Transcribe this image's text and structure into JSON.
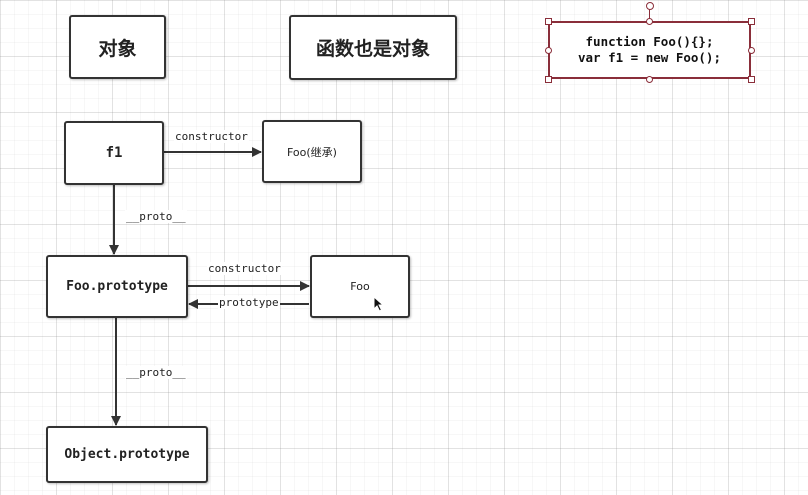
{
  "titles": {
    "object": "对象",
    "function_is_object": "函数也是对象"
  },
  "code": {
    "line1": "function Foo(){};",
    "line2": "var f1 = new Foo();"
  },
  "nodes": {
    "f1": "f1",
    "foo_inherited": "Foo(继承)",
    "foo_prototype": "Foo.prototype",
    "foo": "Foo",
    "object_prototype": "Object.prototype"
  },
  "edges": {
    "f1_constructor": "constructor",
    "f1_proto": "__proto__",
    "prototype_constructor": "constructor",
    "foo_prototype": "prototype",
    "prototype_proto": "__proto__"
  },
  "colors": {
    "border": "#333333",
    "selection": "#8a2e3a"
  }
}
